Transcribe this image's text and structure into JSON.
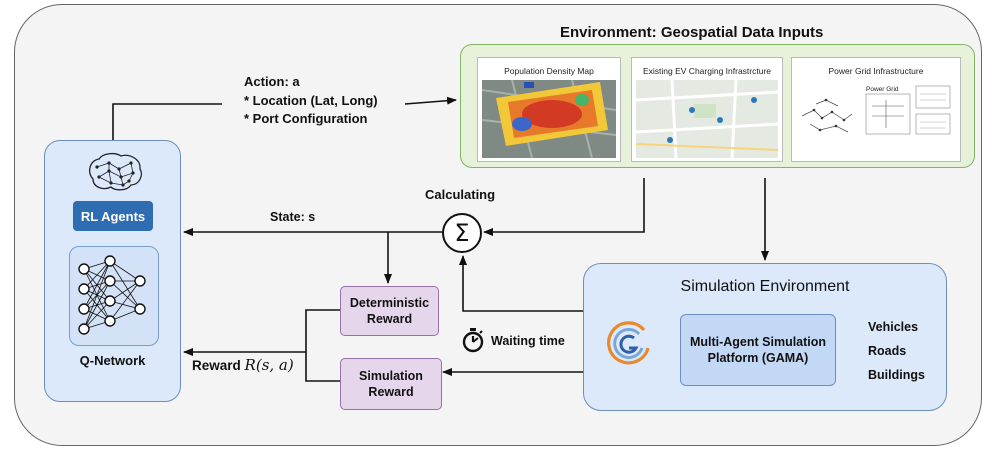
{
  "environment": {
    "title": "Environment: Geospatial Data Inputs",
    "cards": [
      {
        "title": "Population Density Map"
      },
      {
        "title": "Existing EV Charging Infrastrcture"
      },
      {
        "title": "Power Grid Infrastructure",
        "inner_label": "Power Grid"
      }
    ]
  },
  "action": {
    "title": "Action: a",
    "items": [
      "* Location (Lat, Long)",
      "* Port Configuration"
    ]
  },
  "agent": {
    "badge": "RL Agents",
    "network_label": "Q-Network"
  },
  "state_label": "State: s",
  "calculating_label": "Calculating",
  "sigma_symbol": "Σ",
  "reward": {
    "prefix": "Reward",
    "formula": "R(s, a)",
    "deterministic": "Deterministic Reward",
    "simulation": "Simulation Reward"
  },
  "waiting_label": "Waiting time",
  "simulation": {
    "title": "Simulation Environment",
    "platform": "Multi-Agent Simulation Platform (GAMA)",
    "entities": [
      "Vehicles",
      "Roads",
      "Buildings"
    ]
  },
  "colors": {
    "agent_fill": "#dce9fb",
    "agent_border": "#6c8ebf",
    "badge": "#2f6db3",
    "environment_fill": "#e7f0d8",
    "environment_border": "#82b366",
    "reward_fill": "#e6d6ec",
    "reward_border": "#9673a6"
  }
}
